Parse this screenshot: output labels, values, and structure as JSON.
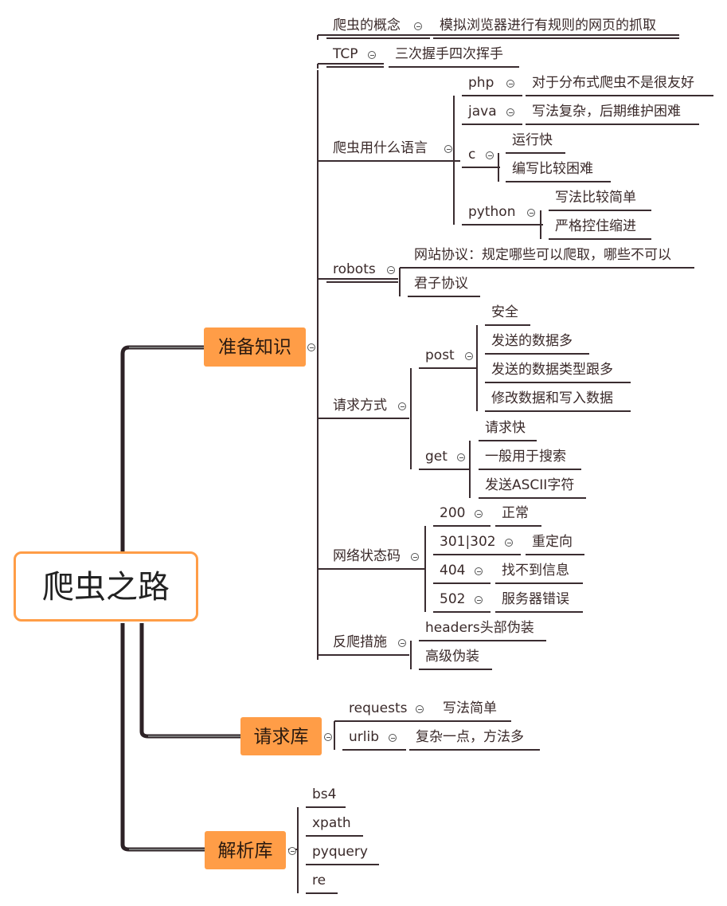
{
  "root": "爬虫之路",
  "branches": {
    "prep": "准备知识",
    "reqlib": "请求库",
    "parselib": "解析库"
  },
  "nodes": {
    "concept": "爬虫的概念",
    "concept_desc": "模拟浏览器进行有规则的网页的抓取",
    "tcp": "TCP",
    "tcp_desc": "三次握手四次挥手",
    "lang": "爬虫用什么语言",
    "php": "php",
    "php_desc": "对于分布式爬虫不是很友好",
    "java": "java",
    "java_desc": "写法复杂，后期维护困难",
    "c": "c",
    "c_1": "运行快",
    "c_2": "编写比较困难",
    "python": "python",
    "python_1": "写法比较简单",
    "python_2": "严格控住缩进",
    "robots": "robots",
    "robots_1": "网站协议：规定哪些可以爬取，哪些不可以",
    "robots_2": "君子协议",
    "method": "请求方式",
    "post": "post",
    "post_1": "安全",
    "post_2": "发送的数据多",
    "post_3": "发送的数据类型跟多",
    "post_4": "修改数据和写入数据",
    "get": "get",
    "get_1": "请求快",
    "get_2": "一般用于搜索",
    "get_3": "发送ASCII字符",
    "status": "网络状态码",
    "s200": "200",
    "s200_desc": "正常",
    "s301": "301|302",
    "s301_desc": "重定向",
    "s404": "404",
    "s404_desc": "找不到信息",
    "s502": "502",
    "s502_desc": "服务器错误",
    "anti": "反爬措施",
    "anti_1": "headers头部伪装",
    "anti_2": "高级伪装",
    "requests": "requests",
    "requests_desc": "写法简单",
    "urllib": "urlib",
    "urllib_desc": "复杂一点，方法多",
    "bs4": "bs4",
    "xpath": "xpath",
    "pyquery": "pyquery",
    "re": "re"
  }
}
